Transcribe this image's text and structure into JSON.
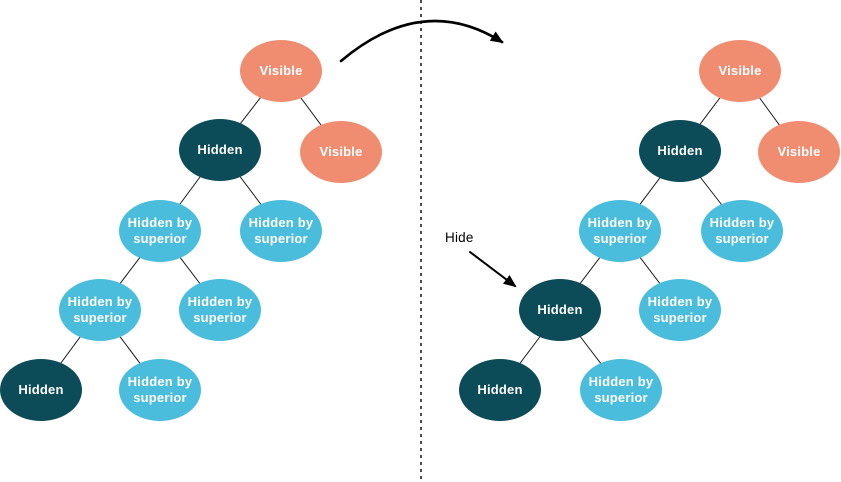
{
  "annotations": {
    "hide_label": "Hide",
    "transition_arrow": "left-tree-to-right-tree",
    "divider_style": "vertical-dashed"
  },
  "colors": {
    "visible": "#F08D70",
    "hidden": "#0C4B58",
    "hidden_by_superior": "#4ABDDC",
    "node_text": "#FFFFFF",
    "line": "#1A1A1A",
    "annotation": "#000000",
    "background": "#FFFFFF"
  },
  "trees": {
    "left": {
      "position": "before",
      "nodes": [
        {
          "label": "Visible",
          "type": "visible"
        },
        {
          "label": "Hidden",
          "type": "hidden"
        },
        {
          "label": "Visible",
          "type": "visible"
        },
        {
          "label": "Hidden by superior",
          "type": "hidden_by_superior"
        },
        {
          "label": "Hidden by superior",
          "type": "hidden_by_superior"
        },
        {
          "label": "Hidden by superior",
          "type": "hidden_by_superior"
        },
        {
          "label": "Hidden by superior",
          "type": "hidden_by_superior"
        },
        {
          "label": "Hidden",
          "type": "hidden"
        },
        {
          "label": "Hidden by superior",
          "type": "hidden_by_superior"
        }
      ]
    },
    "right": {
      "position": "after",
      "nodes": [
        {
          "label": "Visible",
          "type": "visible"
        },
        {
          "label": "Hidden",
          "type": "hidden"
        },
        {
          "label": "Visible",
          "type": "visible"
        },
        {
          "label": "Hidden by superior",
          "type": "hidden_by_superior"
        },
        {
          "label": "Hidden by superior",
          "type": "hidden_by_superior"
        },
        {
          "label": "Hidden",
          "type": "hidden"
        },
        {
          "label": "Hidden by superior",
          "type": "hidden_by_superior"
        },
        {
          "label": "Hidden",
          "type": "hidden"
        },
        {
          "label": "Hidden by superior",
          "type": "hidden_by_superior"
        }
      ]
    }
  }
}
